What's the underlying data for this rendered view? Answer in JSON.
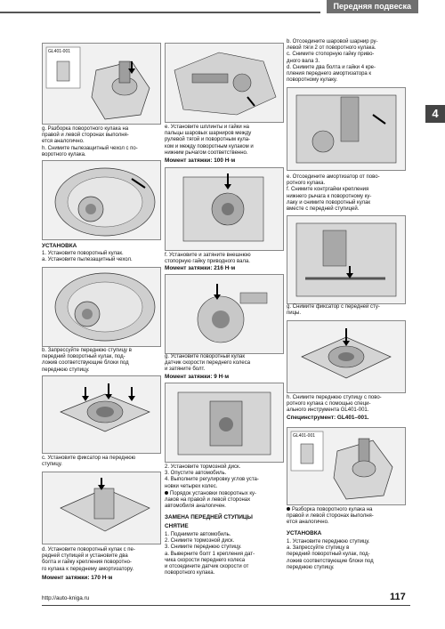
{
  "header": {
    "section_title": "Передняя подвеска",
    "chapter": "4"
  },
  "footer": {
    "url": "http://auto-kniga.ru",
    "page": "117"
  },
  "col1": {
    "fig1_label": "GL401-001",
    "g_lines": [
      "g. Разборка поворотного кулака на",
      "правой и левой сторонах выполня-",
      "ется аналогично."
    ],
    "h_lines": [
      "h. Снимите пылезащитный чехол с по-",
      "воротного кулака."
    ],
    "install_heading": "УСТАНОВКА",
    "install_lines": [
      "1. Установите поворотный кулак.",
      "a. Установите пылезащитный чехол."
    ],
    "b_lines": [
      "b. Запрессуйте переднюю ступицу в",
      "передний поворотный кулак, под-",
      "ложив соответствующие блоки под",
      "переднюю ступицу."
    ],
    "c_lines": [
      "c. Установите фиксатор на переднюю",
      "ступицу."
    ],
    "d_lines": [
      "d. Установите поворотный кулак с пе-",
      "редней ступицей и установите два",
      "болта и гайку крепления поворотно-",
      "го кулака к переднему амортизатору."
    ],
    "torque": "Момент затяжки: 170 Н·м"
  },
  "col2": {
    "e_lines": [
      "e. Установите шплинты и гайки на",
      "пальцы шаровых шарниров между",
      "рулевой тягой и поворотным кула-",
      "ком и между поворотным кулаком и",
      "нижним рычагом соответственно."
    ],
    "torque_e": "Момент затяжки: 100 Н·м",
    "f_lines": [
      "f. Установите и затяните внешнюю",
      "стопорную гайку приводного вала."
    ],
    "torque_f": "Момент затяжки: 216 Н·м",
    "g_lines": [
      "g. Установите поворотный кулак",
      "датчик скорости переднего колеса",
      "и затяните болт."
    ],
    "torque_g": "Момент затяжки: 9 Н·м",
    "steps": [
      "2. Установите тормозной диск.",
      "3. Опустите автомобиль.",
      "4. Выполните регулировку углов уста-",
      "новки четырех колес."
    ],
    "note_lines": [
      "Порядок установки поворотных ку-",
      "лаков на правой и левой сторонах",
      "автомобиля аналогичен."
    ],
    "replace_heading": "ЗАМЕНА ПЕРЕДНЕЙ СТУПИЦЫ",
    "removal_heading": "СНЯТИЕ",
    "removal_lines": [
      "1. Поднимите автомобиль.",
      "2. Снимите тормозной диск.",
      "3. Снимите переднюю ступицу.",
      "a. Выверните болт 1 крепления дат-",
      "чика скорости переднего колеса",
      "и отсоедините датчик скорости от",
      "поворотного кулака."
    ]
  },
  "col3": {
    "b_lines": [
      "b. Отсоедините шаровой шарнир ру-",
      "левой тяги 2 от поворотного кулака.",
      "c. Снимите стопорную гайку приво-",
      "дного вала 3.",
      "d. Снимите два болта и гайки 4 кре-",
      "пления переднего амортизатора к",
      "поворотному кулаку."
    ],
    "ef_lines": [
      "e. Отсоедините амортизатор от пово-",
      "ротного кулака.",
      "f. Снимите контргайки крепления",
      "нижнего рычага к поворотному ку-",
      "лаку и снимите поворотный кулак",
      "вместе с передней ступицей."
    ],
    "g_lines": [
      "g. Снимите фиксатор с передней сту-",
      "пицы."
    ],
    "h_lines": [
      "h. Снимите переднюю ступицу с пово-",
      "ротного кулака с помощью специ-",
      "ального инструмента GL401-001."
    ],
    "special_tool": "Специнструмент: GL401–001.",
    "fig_label": "GL401-001",
    "note_lines": [
      "Разборка поворотного кулака на",
      "правой и левой сторонах выполня-",
      "ется аналогично."
    ],
    "install_heading": "УСТАНОВКА",
    "install_lines": [
      "1. Установите переднюю ступицу.",
      "a. Запрессуйте ступицу в",
      "передний поворотный кулак, под-",
      "ложив соответствующие блоки под",
      "переднюю ступицу."
    ]
  }
}
